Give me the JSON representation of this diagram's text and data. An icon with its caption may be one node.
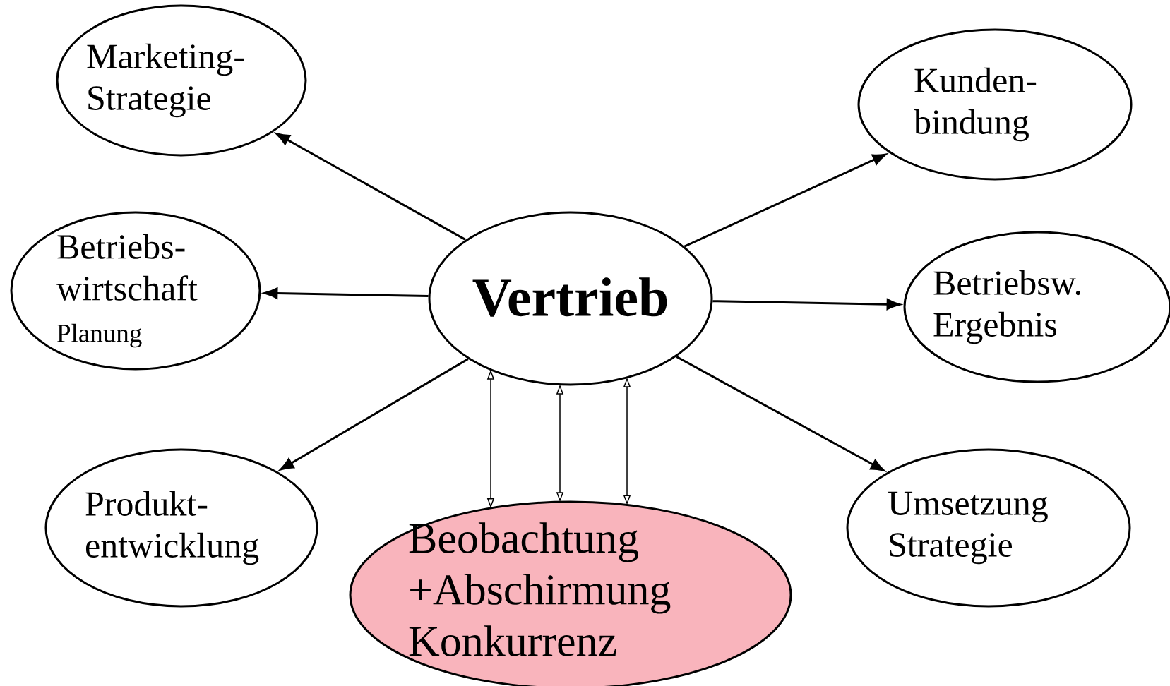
{
  "diagram": {
    "nodes": [
      {
        "text": [
          "Vertrieb"
        ]
      },
      {
        "text": [
          "Marketing- Strategie"
        ]
      },
      {
        "text": [
          "Kunden- bindung"
        ]
      },
      {
        "text": [
          "Betriebs- wirtschaft",
          "Planung"
        ]
      },
      {
        "text": [
          "Betriebsw. Ergebnis"
        ]
      },
      {
        "text": [
          "Produkt- entwicklung"
        ]
      },
      {
        "text": [
          "Beobachtung +Abschirmung Konkurrenz"
        ]
      },
      {
        "text": [
          "Umsetzung Strategie"
        ]
      }
    ],
    "edges": [
      {
        "from": 0,
        "to": 1,
        "arrow": "to"
      },
      {
        "from": 0,
        "to": 2,
        "arrow": "to"
      },
      {
        "from": 0,
        "to": 3,
        "arrow": "to"
      },
      {
        "from": 0,
        "to": 4,
        "arrow": "to"
      },
      {
        "from": 0,
        "to": 5,
        "arrow": "to"
      },
      {
        "from": 0,
        "to": 7,
        "arrow": "to"
      },
      {
        "from": 0,
        "to": 6,
        "arrow": "both"
      },
      {
        "from": 0,
        "to": 6,
        "arrow": "both"
      },
      {
        "from": 0,
        "to": 6,
        "arrow": "both"
      }
    ]
  }
}
